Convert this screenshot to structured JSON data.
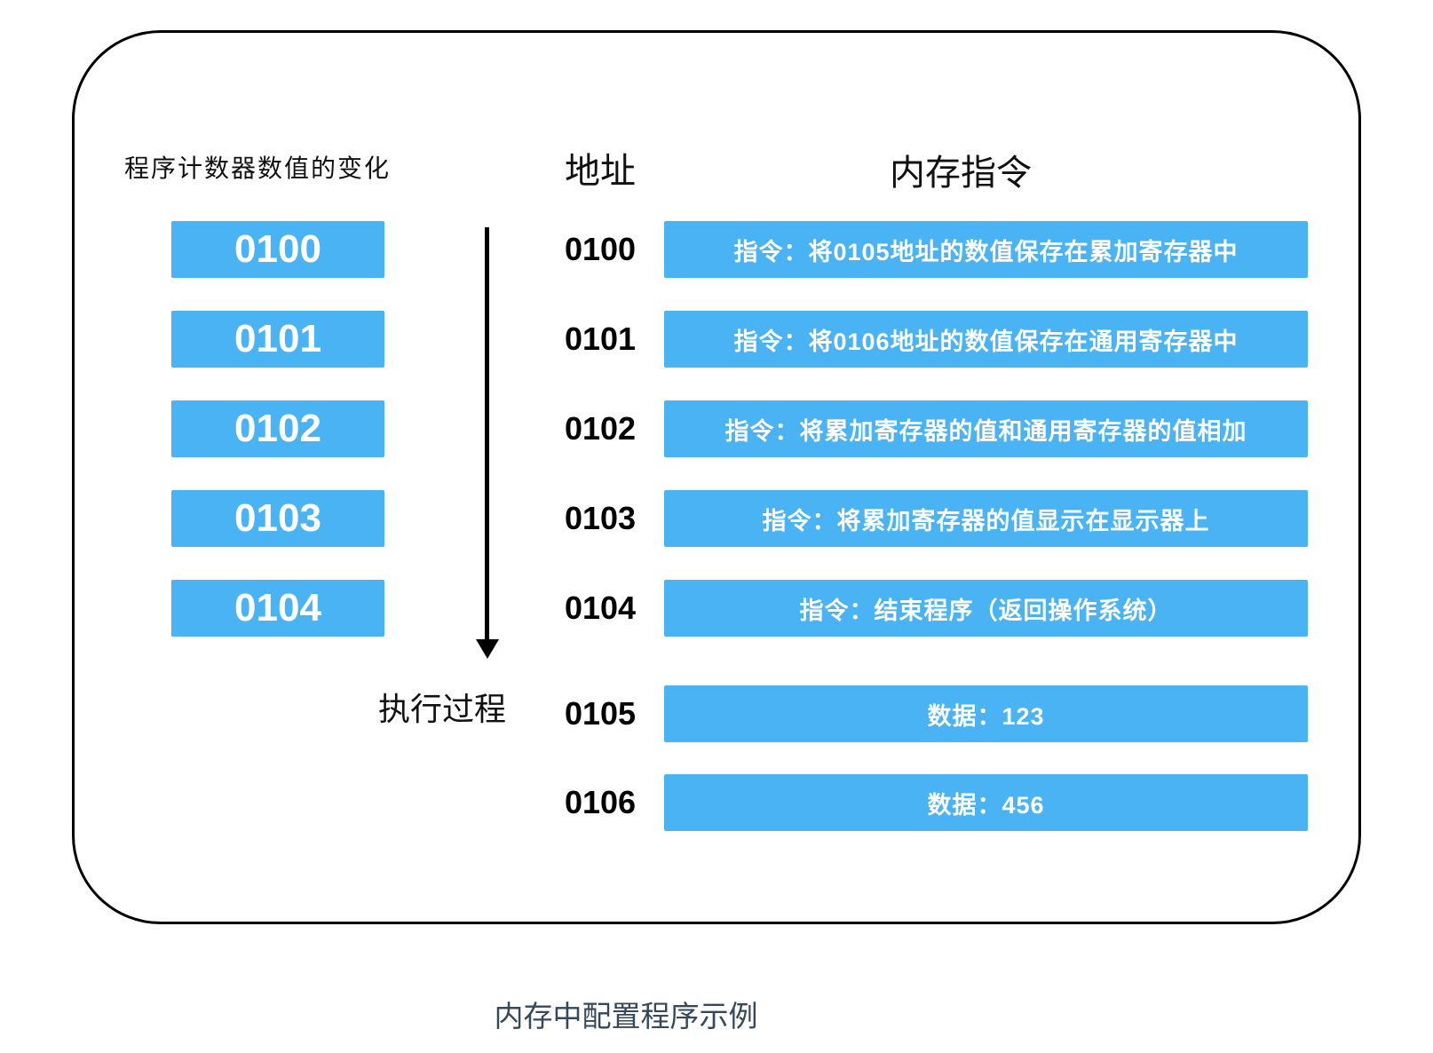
{
  "diagram": {
    "pc_header": "程序计数器数值的变化",
    "address_header": "地址",
    "memory_header": "内存指令",
    "execution_label": "执行过程",
    "caption": "内存中配置程序示例",
    "pc_values": [
      "0100",
      "0101",
      "0102",
      "0103",
      "0104"
    ],
    "memory_rows": [
      {
        "address": "0100",
        "content": "指令：将0105地址的数值保存在累加寄存器中"
      },
      {
        "address": "0101",
        "content": "指令：将0106地址的数值保存在通用寄存器中"
      },
      {
        "address": "0102",
        "content": "指令：将累加寄存器的值和通用寄存器的值相加"
      },
      {
        "address": "0103",
        "content": "指令：将累加寄存器的值显示在显示器上"
      },
      {
        "address": "0104",
        "content": "指令：结束程序（返回操作系统）"
      },
      {
        "address": "0105",
        "content": "数据：123"
      },
      {
        "address": "0106",
        "content": "数据：456"
      }
    ],
    "colors": {
      "box_blue": "#4AB3F4",
      "box_text": "#FFFFFF",
      "outline_black": "#000000",
      "caption_color": "#36485A"
    }
  }
}
